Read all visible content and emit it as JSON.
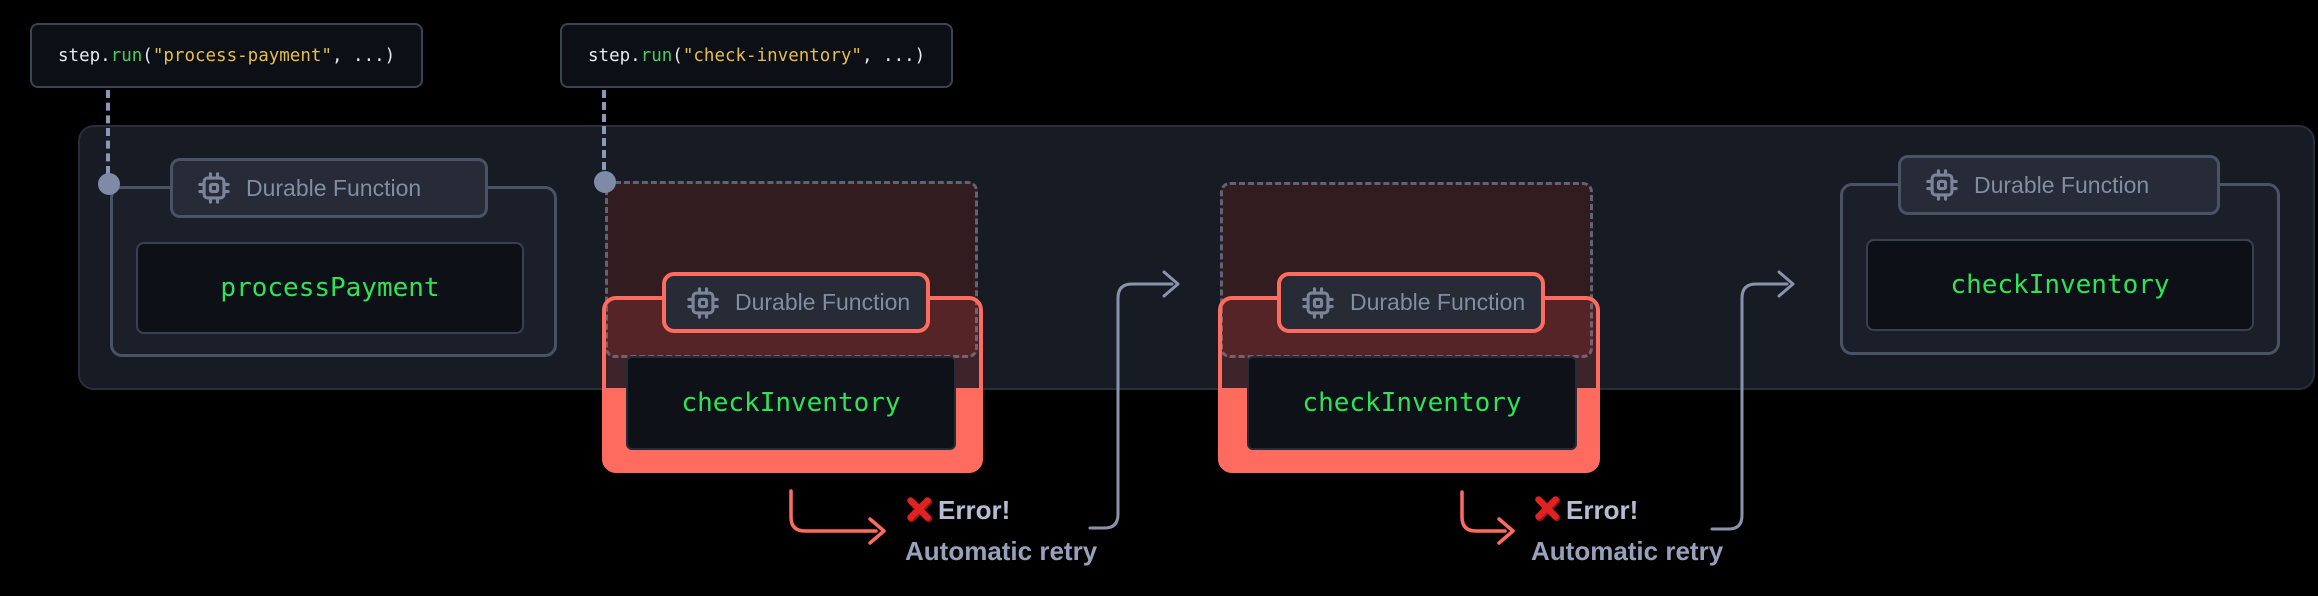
{
  "code_labels": [
    {
      "object": "step.",
      "method": "run",
      "open": "(",
      "arg": "\"process-payment\"",
      "close": ", ...)"
    },
    {
      "object": "step.",
      "method": "run",
      "open": "(",
      "arg": "\"check-inventory\"",
      "close": ", ...)"
    }
  ],
  "groups": [
    {
      "state": "success",
      "tag": "Durable Function",
      "fn": "processPayment"
    },
    {
      "state": "error",
      "tag": "Durable Function",
      "fn": "checkInventory"
    },
    {
      "state": "error",
      "tag": "Durable Function",
      "fn": "checkInventory"
    },
    {
      "state": "success",
      "tag": "Durable Function",
      "fn": "checkInventory"
    }
  ],
  "annotations": [
    {
      "error": "Error!",
      "retry": "Automatic retry"
    },
    {
      "error": "Error!",
      "retry": "Automatic retry"
    }
  ],
  "colors": {
    "background": "#000000",
    "container_bg": "#171b24",
    "box_border_gray": "#4a5365",
    "tag_text": "#838da2",
    "function_name_green": "#2fe257",
    "code_text": "#e7eaf1",
    "code_method_green": "#41d15d",
    "code_string_yellow": "#e6bf45",
    "error_accent": "#ff6b5e",
    "error_x_red": "#e12222",
    "connector_gray": "#8d98b6",
    "arrow_gray": "#8a93ae",
    "error_label_text": "#b6bdd2",
    "retry_label_text": "#98a1bb"
  }
}
